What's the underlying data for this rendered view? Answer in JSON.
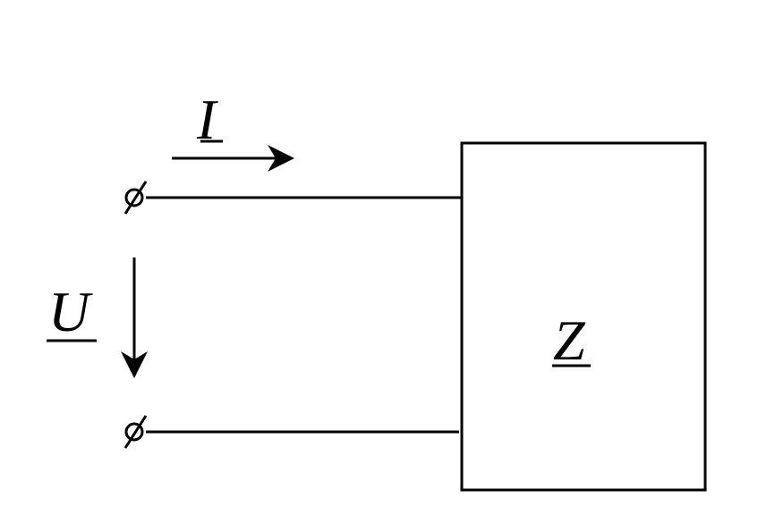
{
  "diagram": {
    "current_label": "I",
    "voltage_label": "U",
    "impedance_label": "Z",
    "colors": {
      "line": "#000000",
      "background": "#ffffff"
    }
  }
}
